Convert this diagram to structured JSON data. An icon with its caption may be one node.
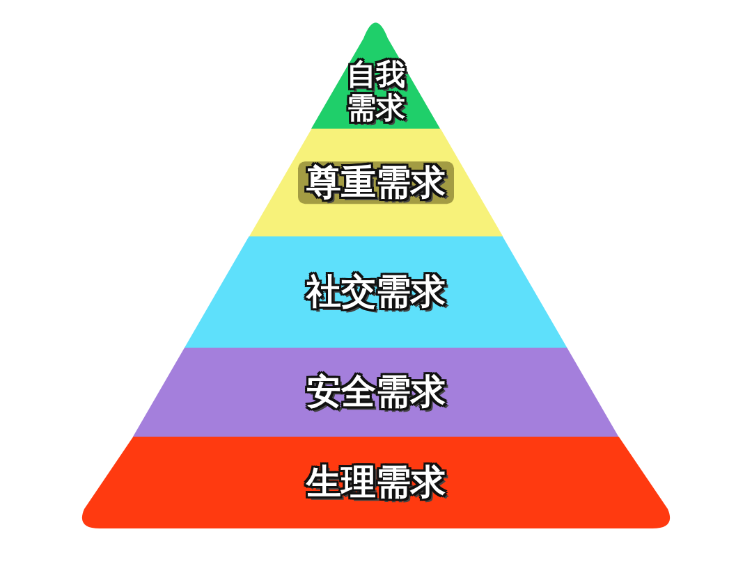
{
  "diagram": {
    "nodes": [
      {
        "text": [
          "自我需求"
        ]
      },
      {
        "text": [
          "尊重需求"
        ]
      },
      {
        "text": [
          "社交需求"
        ]
      },
      {
        "text": [
          "安全需求"
        ]
      },
      {
        "text": [
          "生理需求"
        ]
      }
    ]
  }
}
